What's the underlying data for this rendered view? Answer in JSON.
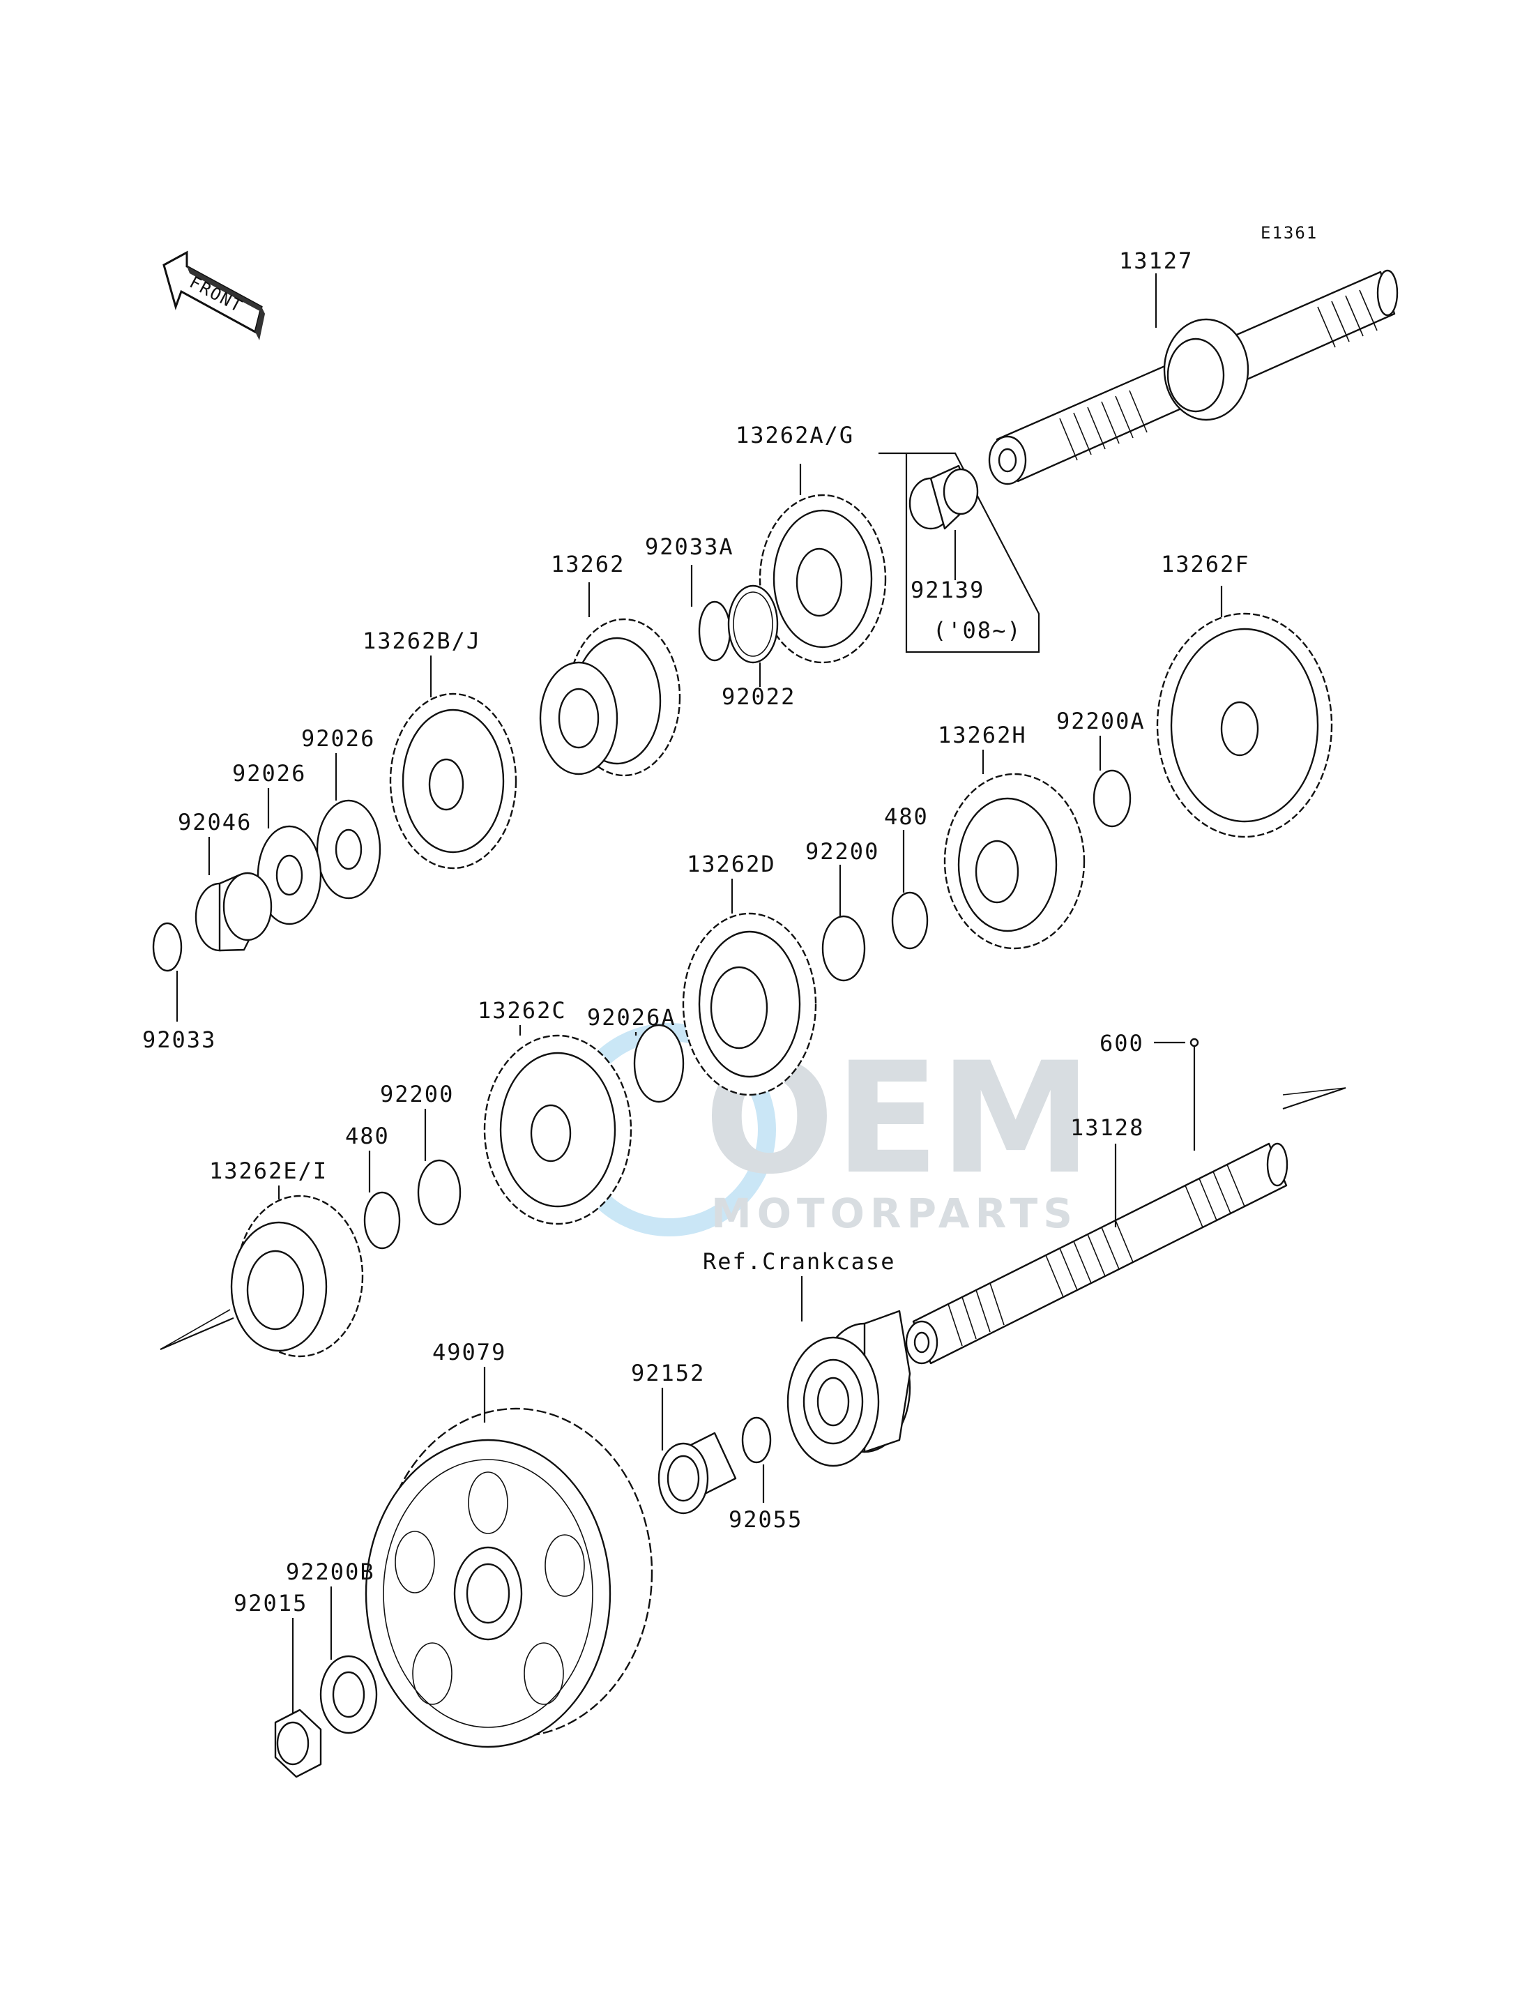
{
  "diagram_code": "E1361",
  "front_label": "FRONT",
  "watermark": {
    "primary": "OEM",
    "secondary": "MOTORPARTS",
    "color_main": "#b9c2c9",
    "color_accent": "#9fd3ef"
  },
  "labels": {
    "p13127": "13127",
    "p13262AG": "13262A/G",
    "p92139": "92139",
    "p92139_note": "('08~)",
    "p92033A": "92033A",
    "p13262": "13262",
    "p92022": "92022",
    "p13262F": "13262F",
    "p13262BJ": "13262B/J",
    "p92026_a": "92026",
    "p92026_b": "92026",
    "p92046": "92046",
    "p92033": "92033",
    "p13262H": "13262H",
    "p92200A": "92200A",
    "p480_a": "480",
    "p92200_a": "92200",
    "p13262D": "13262D",
    "p13262C": "13262C",
    "p92026A": "92026A",
    "p92200_b": "92200",
    "p480_b": "480",
    "p13262EI": "13262E/I",
    "p600": "600",
    "p13128": "13128",
    "ref_crankcase": "Ref.Crankcase",
    "p49079": "49079",
    "p92152": "92152",
    "p92055": "92055",
    "p92200B": "92200B",
    "p92015": "92015"
  }
}
